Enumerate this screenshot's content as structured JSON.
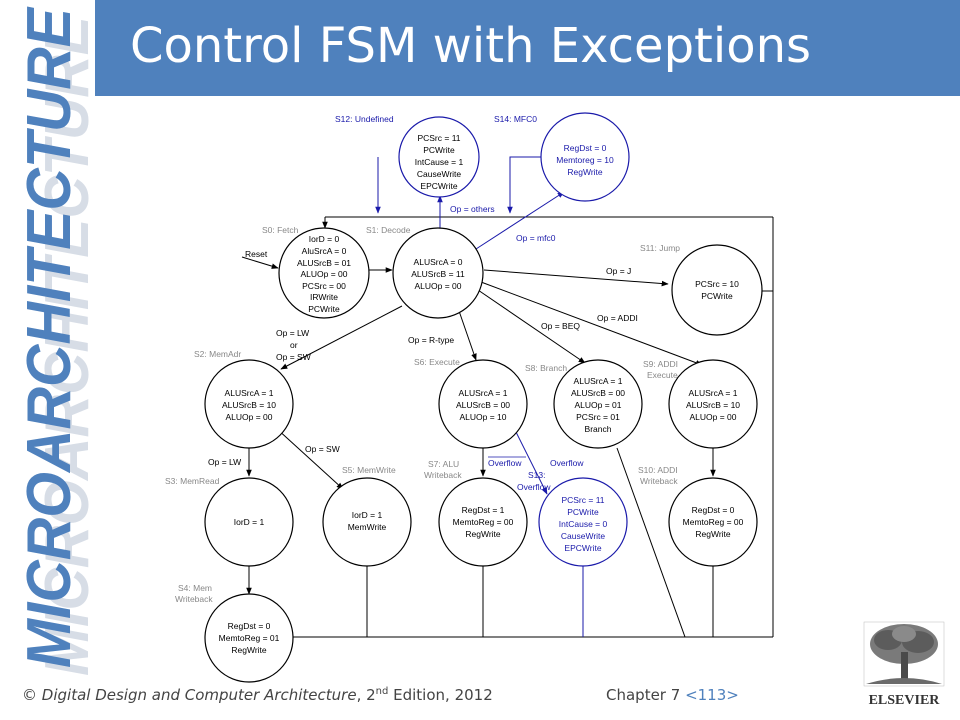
{
  "slide": {
    "title": "Control FSM with Exceptions",
    "side_banner": "MICROARCHITECTURE",
    "footer": {
      "copyright_symbol": "©",
      "book_title": "Digital Design and Computer Architecture",
      "edition_num": "2",
      "edition_sup": "nd",
      "edition_rest": " Edition, 2012",
      "chapter": "Chapter 7 ",
      "page": "<113>"
    },
    "publisher": "ELSEVIER"
  },
  "diagram": {
    "states": {
      "s0": {
        "name": "S0: Fetch",
        "lines": [
          "IorD = 0",
          "AluSrcA = 0",
          "ALUSrcB = 01",
          "ALUOp = 00",
          "PCSrc = 00",
          "IRWrite",
          "PCWrite"
        ]
      },
      "s1": {
        "name": "S1: Decode",
        "lines": [
          "ALUSrcA = 0",
          "ALUSrcB = 11",
          "ALUOp = 00"
        ]
      },
      "s2": {
        "name": "S2: MemAdr",
        "lines": [
          "ALUSrcA = 1",
          "ALUSrcB = 10",
          "ALUOp = 00"
        ]
      },
      "s3": {
        "name": "S3: MemRead",
        "lines": [
          "IorD = 1"
        ]
      },
      "s4": {
        "name1": "S4: Mem",
        "name2": "Writeback",
        "lines": [
          "RegDst = 0",
          "MemtoReg = 01",
          "RegWrite"
        ]
      },
      "s5": {
        "name": "S5: MemWrite",
        "lines": [
          "IorD = 1",
          "MemWrite"
        ]
      },
      "s6": {
        "name": "S6: Execute",
        "lines": [
          "ALUSrcA = 1",
          "ALUSrcB = 00",
          "ALUOp = 10"
        ]
      },
      "s7": {
        "name1": "S7: ALU",
        "name2": "Writeback",
        "lines": [
          "RegDst = 1",
          "MemtoReg = 00",
          "RegWrite"
        ]
      },
      "s8": {
        "name": "S8: Branch",
        "lines": [
          "ALUSrcA = 1",
          "ALUSrcB = 00",
          "ALUOp = 01",
          "PCSrc = 01",
          "Branch"
        ]
      },
      "s9": {
        "name1": "S9: ADDI",
        "name2": "Execute",
        "lines": [
          "ALUSrcA = 1",
          "ALUSrcB = 10",
          "ALUOp = 00"
        ]
      },
      "s10": {
        "name1": "S10: ADDI",
        "name2": "Writeback",
        "lines": [
          "RegDst = 0",
          "MemtoReg = 00",
          "RegWrite"
        ]
      },
      "s11": {
        "name": "S11: Jump",
        "lines": [
          "PCSrc = 10",
          "PCWrite"
        ]
      },
      "s12": {
        "name": "S12: Undefined",
        "lines": [
          "PCSrc = 11",
          "PCWrite",
          "IntCause = 1",
          "CauseWrite",
          "EPCWrite"
        ]
      },
      "s13": {
        "name1": "S13:",
        "name2": "Overflow",
        "lines": [
          "PCSrc = 11",
          "PCWrite",
          "IntCause = 0",
          "CauseWrite",
          "EPCWrite"
        ]
      },
      "s14": {
        "name": "S14: MFC0",
        "lines": [
          "RegDst = 0",
          "Memtoreg = 10",
          "RegWrite"
        ]
      }
    },
    "transitions": {
      "reset": "Reset",
      "op_lw_or_sw": [
        "Op = LW",
        "or",
        "Op = SW"
      ],
      "op_rtype": "Op = R-type",
      "op_beq": "Op = BEQ",
      "op_addi": "Op = ADDI",
      "op_j": "Op = J",
      "op_mfc0": "Op = mfc0",
      "op_others": "Op = others",
      "op_lw": "Op = LW",
      "op_sw": "Op = SW",
      "overflow_bar": "Overflow",
      "overflow": "Overflow"
    }
  }
}
